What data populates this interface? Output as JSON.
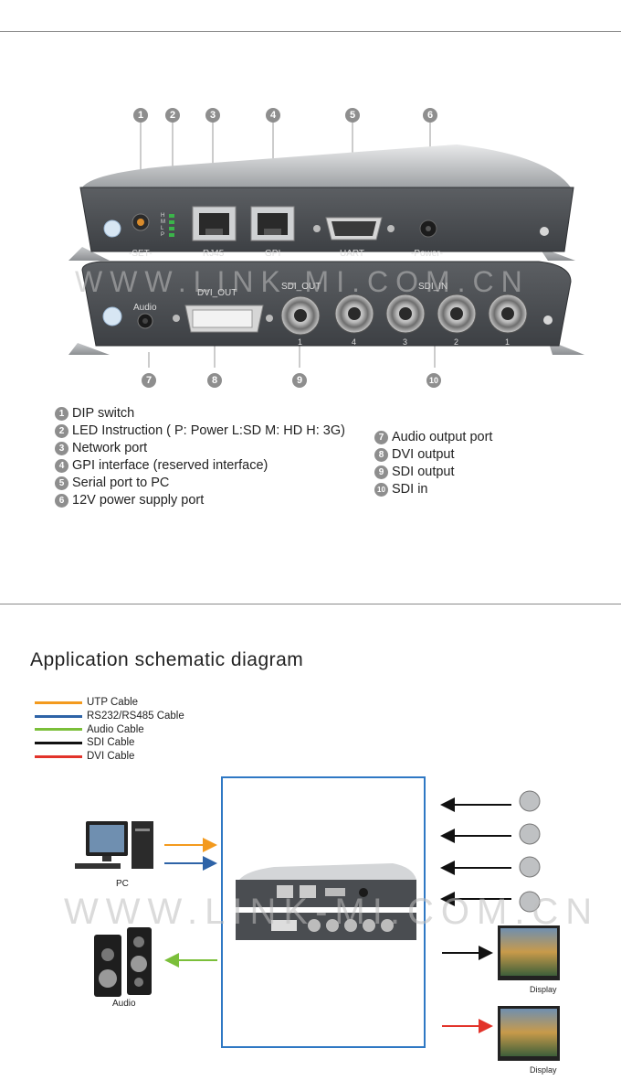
{
  "device_panel": {
    "labels": {
      "set": "-SET-",
      "rj45": "RJ45",
      "gpi": "GPI",
      "uart": "UART",
      "power": "-Power-",
      "audio": "Audio",
      "dvi_out": "DVI_OUT",
      "sdi_out": "SDI_OUT",
      "sdi_in": "SDI_IN",
      "led_h": "H",
      "led_m": "M",
      "led_l": "L",
      "led_p": "P",
      "port_sdi_out_1": "1",
      "port_4": "4",
      "port_3": "3",
      "port_2": "2",
      "port_1": "1",
      "watermark": "WWW.LINK-MI.COM.CN"
    },
    "callouts": [
      "1",
      "2",
      "3",
      "4",
      "5",
      "6",
      "7",
      "8",
      "9",
      "10"
    ]
  },
  "legend_left": [
    {
      "n": "1",
      "text": "DIP switch"
    },
    {
      "n": "2",
      "text": "LED Instruction ( P: Power  L:SD  M: HD  H: 3G)"
    },
    {
      "n": "3",
      "text": "Network port"
    },
    {
      "n": "4",
      "text": "GPI interface (reserved interface)"
    },
    {
      "n": "5",
      "text": "Serial port to PC"
    },
    {
      "n": "6",
      "text": "12V power supply port"
    }
  ],
  "legend_right": [
    {
      "n": "7",
      "text": "Audio output port"
    },
    {
      "n": "8",
      "text": "DVI output"
    },
    {
      "n": "9",
      "text": "SDI output"
    },
    {
      "n": "10",
      "text": "SDI in"
    }
  ],
  "schematic": {
    "title": "Application schematic diagram",
    "cables": [
      {
        "label": "UTP Cable",
        "color": "#f39a1e"
      },
      {
        "label": "RS232/RS485 Cable",
        "color": "#2e63a7"
      },
      {
        "label": "Audio Cable",
        "color": "#7bbf3a"
      },
      {
        "label": "SDI Cable",
        "color": "#111111"
      },
      {
        "label": "DVI Cable",
        "color": "#e2332a"
      }
    ],
    "pc_label": "PC",
    "audio_label": "Audio",
    "display_label_1": "Display",
    "display_label_2": "Display",
    "watermark": "WWW.LINK-MI.COM.CN",
    "box_color": "#2f78c4"
  }
}
